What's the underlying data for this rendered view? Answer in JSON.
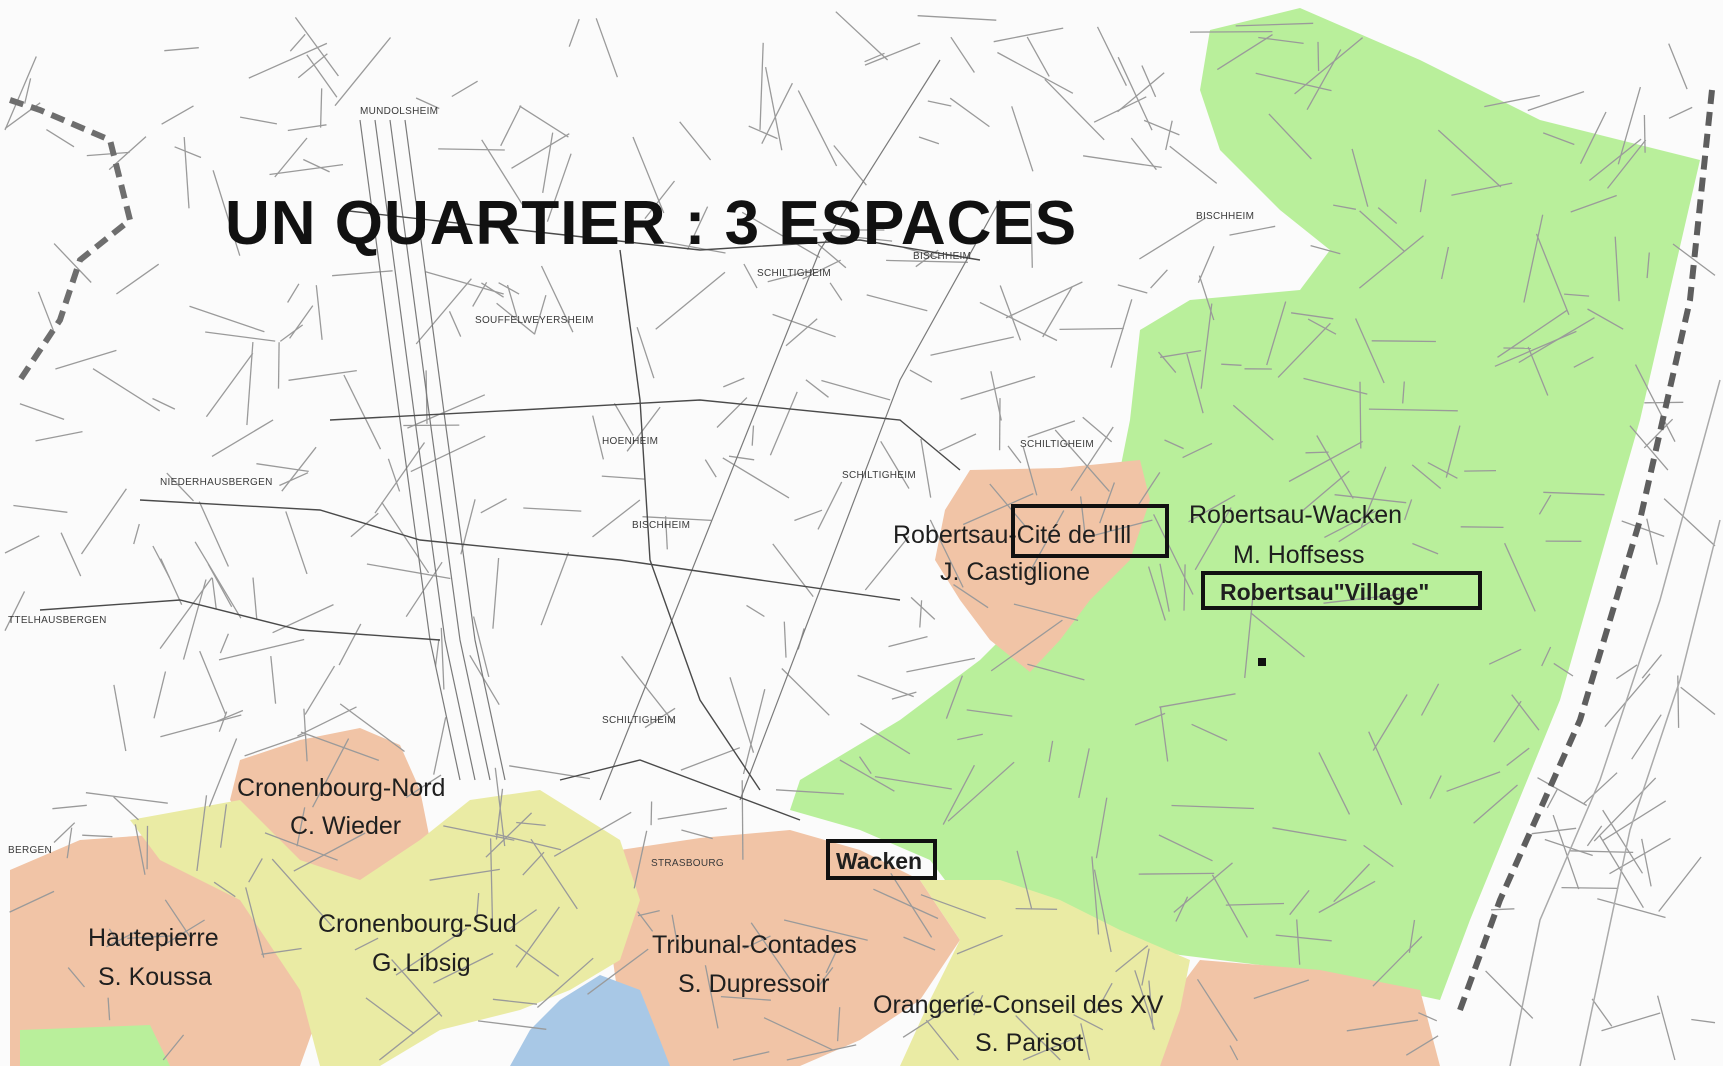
{
  "title": "UN QUARTIER : 3 ESPACES",
  "colors": {
    "green_zone": "#b9ef9b",
    "orange_zone": "#f1c4a6",
    "yellow_zone": "#eaeba4",
    "blue_water": "#a8c8e6",
    "highlight_box": "#111111"
  },
  "place_labels": {
    "mundolsheim": "MUNDOLSHEIM",
    "bischheim_ne": "BISCHHEIM",
    "schiltigheim_n": "SCHILTIGHEIM",
    "bischheim_n": "BISCHHEIM",
    "souffelweyersheim": "SOUFFELWEYERSHEIM",
    "hoenheim": "HOENHEIM",
    "schiltigheim_e": "SCHILTIGHEIM",
    "niederhausbergen": "NIEDERHAUSBERGEN",
    "schiltigheim_c": "SCHILTIGHEIM",
    "bischheim_c": "BISCHHEIM",
    "ittelhausbergen": "TTELHAUSBERGEN",
    "schiltigheim_s": "SCHILTIGHEIM",
    "bergen_w": "BERGEN",
    "strasbourg": "STRASBOURG"
  },
  "districts": {
    "robertsau_cite": {
      "line1": "Robertsau-Cité de l'Ill",
      "line2": "J. Castiglione"
    },
    "robertsau_wacken": {
      "line1": "Robertsau-Wacken",
      "line2": "M. Hoffsess"
    },
    "cronenbourg_nord": {
      "line1": "Cronenbourg-Nord",
      "line2": "C. Wieder"
    },
    "cronenbourg_sud": {
      "line1": "Cronenbourg-Sud",
      "line2": "G. Libsig"
    },
    "hautepierre": {
      "line1": "Hautepierre",
      "line2": "S. Koussa"
    },
    "tribunal": {
      "line1": "Tribunal-Contades",
      "line2": "S. Dupressoir"
    },
    "orangerie": {
      "line1": "Orangerie-Conseil des XV",
      "line2": "S. Parisot"
    }
  },
  "boxes": {
    "village": "Robertsau\"Village\"",
    "wacken": "Wacken"
  }
}
